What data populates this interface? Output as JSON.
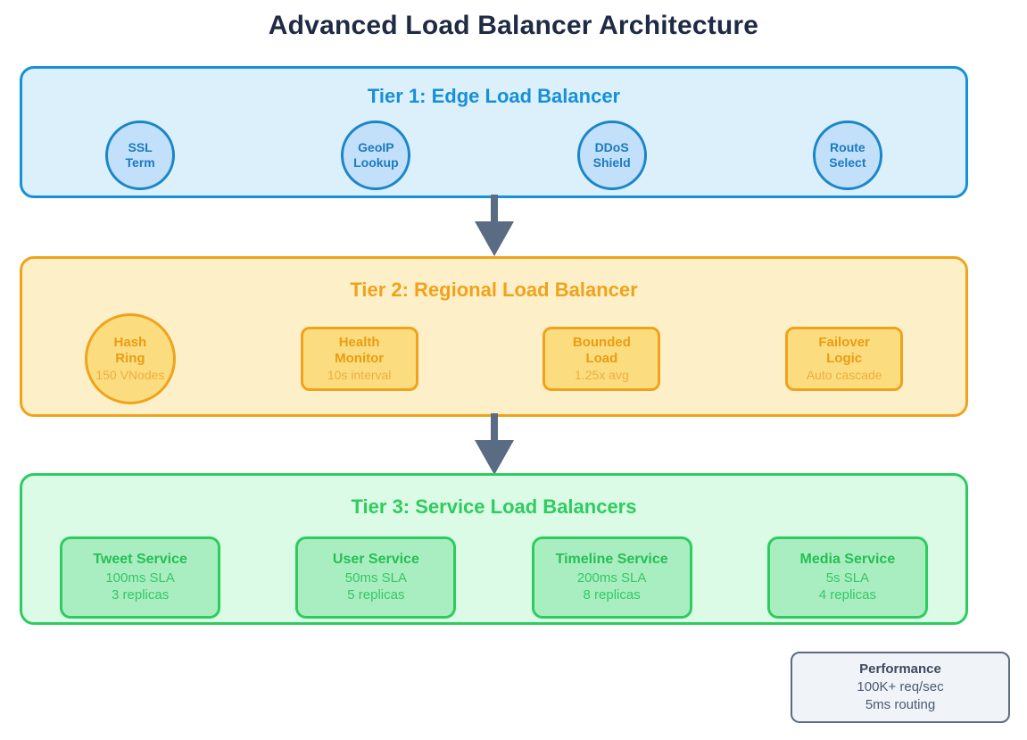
{
  "title": "Advanced Load Balancer Architecture",
  "colors": {
    "title": "#1f2a44",
    "tier1_accent": "#1690d8",
    "tier1_fill": "#dcf0fc",
    "tier1_node_fill": "#c3e0fa",
    "tier2_accent": "#f0a31a",
    "tier2_fill": "#fdefc8",
    "tier2_node_fill": "#fbdd80",
    "tier3_accent": "#2ecc5f",
    "tier3_fill": "#dcfbe6",
    "tier3_node_fill": "#a9eec0",
    "arrow": "#5a6b84",
    "perf_border": "#5a6b84",
    "perf_fill": "#f0f3f8"
  },
  "tier1": {
    "title": "Tier 1: Edge Load Balancer",
    "nodes": [
      {
        "line1": "SSL",
        "line2": "Term"
      },
      {
        "line1": "GeoIP",
        "line2": "Lookup"
      },
      {
        "line1": "DDoS",
        "line2": "Shield"
      },
      {
        "line1": "Route",
        "line2": "Select"
      }
    ]
  },
  "tier2": {
    "title": "Tier 2: Regional Load Balancer",
    "nodes": [
      {
        "line1": "Hash",
        "line2": "Ring",
        "sub": "150 VNodes",
        "shape": "circle"
      },
      {
        "line1": "Health",
        "line2": "Monitor",
        "sub": "10s interval",
        "shape": "rect"
      },
      {
        "line1": "Bounded",
        "line2": "Load",
        "sub": "1.25x avg",
        "shape": "rect"
      },
      {
        "line1": "Failover",
        "line2": "Logic",
        "sub": "Auto cascade",
        "shape": "rect"
      }
    ]
  },
  "tier3": {
    "title": "Tier 3: Service Load Balancers",
    "nodes": [
      {
        "name": "Tweet Service",
        "sla": "100ms SLA",
        "replicas": "3 replicas"
      },
      {
        "name": "User Service",
        "sla": "50ms SLA",
        "replicas": "5 replicas"
      },
      {
        "name": "Timeline Service",
        "sla": "200ms SLA",
        "replicas": "8 replicas"
      },
      {
        "name": "Media Service",
        "sla": "5s SLA",
        "replicas": "4 replicas"
      }
    ]
  },
  "performance": {
    "title": "Performance",
    "throughput": "100K+ req/sec",
    "latency": "5ms routing"
  },
  "arrows": [
    {
      "name": "arrow-tier1-to-tier2"
    },
    {
      "name": "arrow-tier2-to-tier3"
    }
  ]
}
